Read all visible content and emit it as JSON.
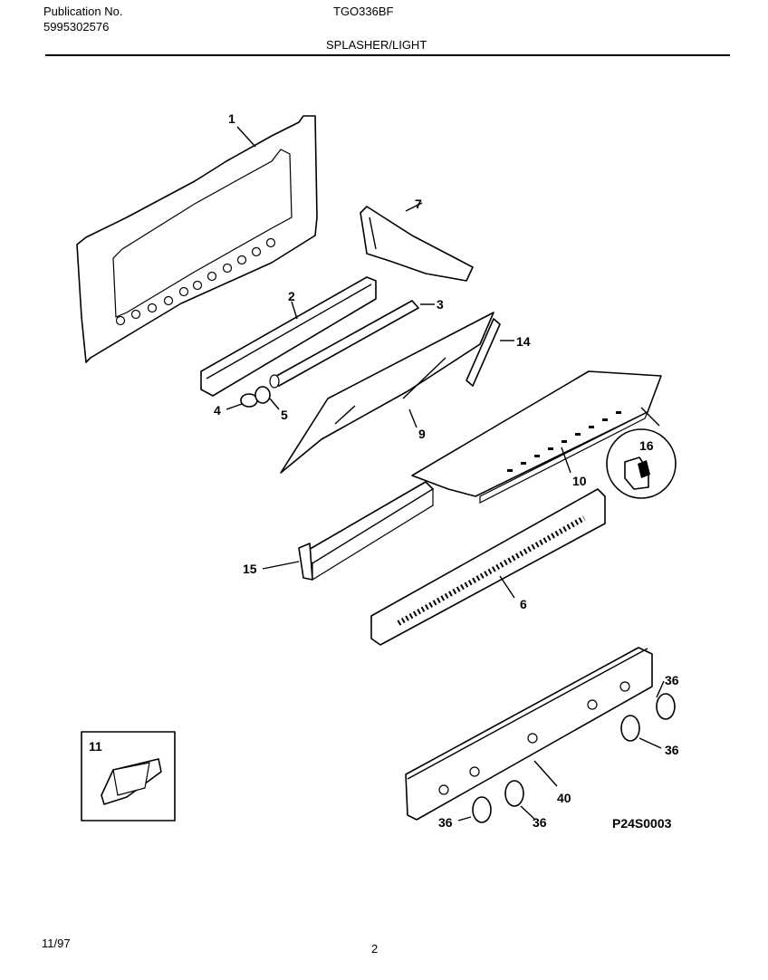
{
  "header": {
    "pub_label": "Publication No.",
    "pub_number": "5995302576",
    "model": "TGO336BF",
    "section": "SPLASHER/LIGHT"
  },
  "callouts": {
    "p1": "1",
    "p2": "2",
    "p3": "3",
    "p4": "4",
    "p5": "5",
    "p6": "6",
    "p7": "7",
    "p9": "9",
    "p10": "10",
    "p11": "11",
    "p14": "14",
    "p15": "15",
    "p16": "16",
    "p36a": "36",
    "p36b": "36",
    "p36c": "36",
    "p36d": "36",
    "p40": "40"
  },
  "diagram_code": "P24S0003",
  "footer": {
    "date": "11/97",
    "page": "2"
  }
}
